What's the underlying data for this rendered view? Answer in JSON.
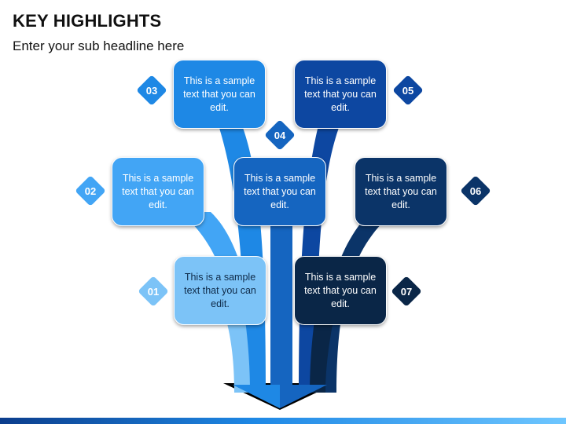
{
  "title": "KEY HIGHLIGHTS",
  "subtitle": "Enter your sub headline here",
  "items": [
    {
      "number": "01",
      "text": "This is a sample text that you can edit.",
      "color": "#7cc3f7"
    },
    {
      "number": "02",
      "text": "This is a sample text that you can edit.",
      "color": "#42a5f5"
    },
    {
      "number": "03",
      "text": "This is a sample text that you can edit.",
      "color": "#1e88e5"
    },
    {
      "number": "04",
      "text": "This is a sample text that you can edit.",
      "color": "#1565c0"
    },
    {
      "number": "05",
      "text": "This is a sample text that you can edit.",
      "color": "#0d47a1"
    },
    {
      "number": "06",
      "text": "This is a sample text that you can edit.",
      "color": "#0b3468"
    },
    {
      "number": "07",
      "text": "This is a sample text that you can edit.",
      "color": "#0a2647"
    }
  ]
}
